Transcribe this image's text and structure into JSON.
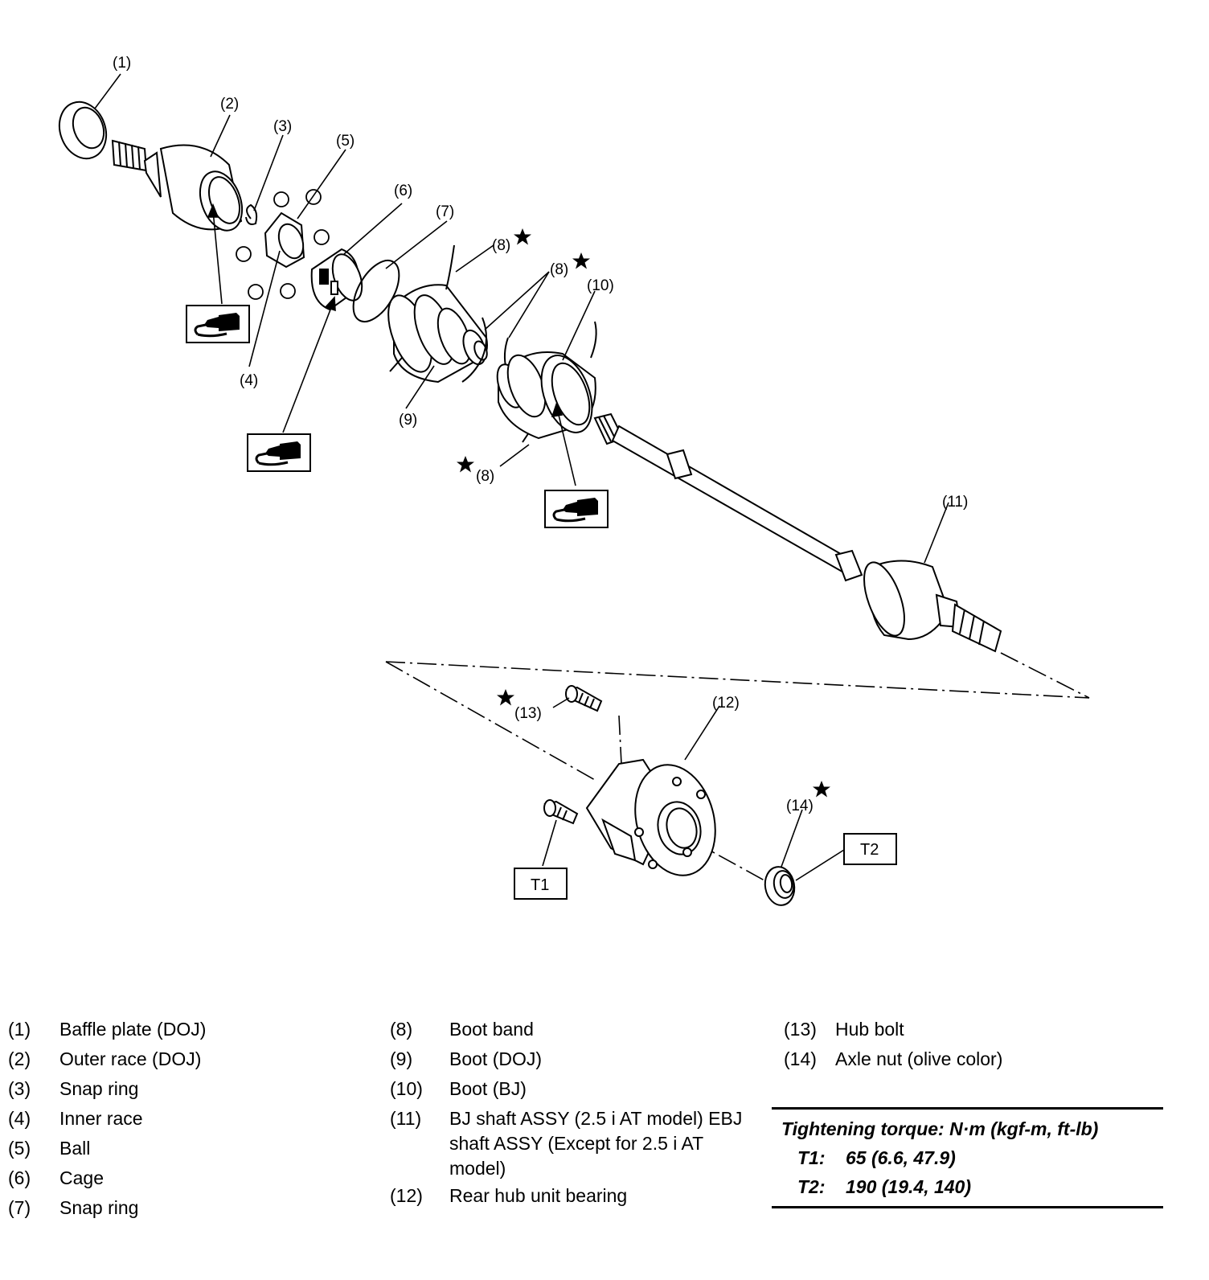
{
  "callouts": {
    "c1": "(1)",
    "c2": "(2)",
    "c3": "(3)",
    "c4": "(4)",
    "c5": "(5)",
    "c6": "(6)",
    "c7": "(7)",
    "c8a": "(8)",
    "c8b": "(8)",
    "c8c": "(8)",
    "c9": "(9)",
    "c10": "(10)",
    "c11": "(11)",
    "c12": "(12)",
    "c13": "(13)",
    "c14": "(14)"
  },
  "torque_labels": {
    "t1": "T1",
    "t2": "T2"
  },
  "icons": {
    "grease": "grease-gun-icon",
    "replace": "star-icon"
  },
  "legend": {
    "col1": [
      {
        "num": "(1)",
        "text": "Baffle plate (DOJ)"
      },
      {
        "num": "(2)",
        "text": "Outer race (DOJ)"
      },
      {
        "num": "(3)",
        "text": "Snap ring"
      },
      {
        "num": "(4)",
        "text": "Inner race"
      },
      {
        "num": "(5)",
        "text": "Ball"
      },
      {
        "num": "(6)",
        "text": "Cage"
      },
      {
        "num": "(7)",
        "text": "Snap ring"
      }
    ],
    "col2": [
      {
        "num": "(8)",
        "text": "Boot band"
      },
      {
        "num": "(9)",
        "text": "Boot (DOJ)"
      },
      {
        "num": "(10)",
        "text": "Boot (BJ)"
      },
      {
        "num": "(11)",
        "text": "BJ shaft ASSY (2.5 i AT model) EBJ shaft ASSY (Except for 2.5 i AT model)"
      },
      {
        "num": "(12)",
        "text": "Rear hub unit bearing"
      }
    ],
    "col3": [
      {
        "num": "(13)",
        "text": "Hub bolt"
      },
      {
        "num": "(14)",
        "text": "Axle nut (olive color)"
      }
    ]
  },
  "torque": {
    "title": "Tightening torque: N·m (kgf-m, ft-lb)",
    "rows": [
      {
        "label": "T1:",
        "value": "65 (6.6, 47.9)"
      },
      {
        "label": "T2:",
        "value": "190 (19.4, 140)"
      }
    ]
  }
}
